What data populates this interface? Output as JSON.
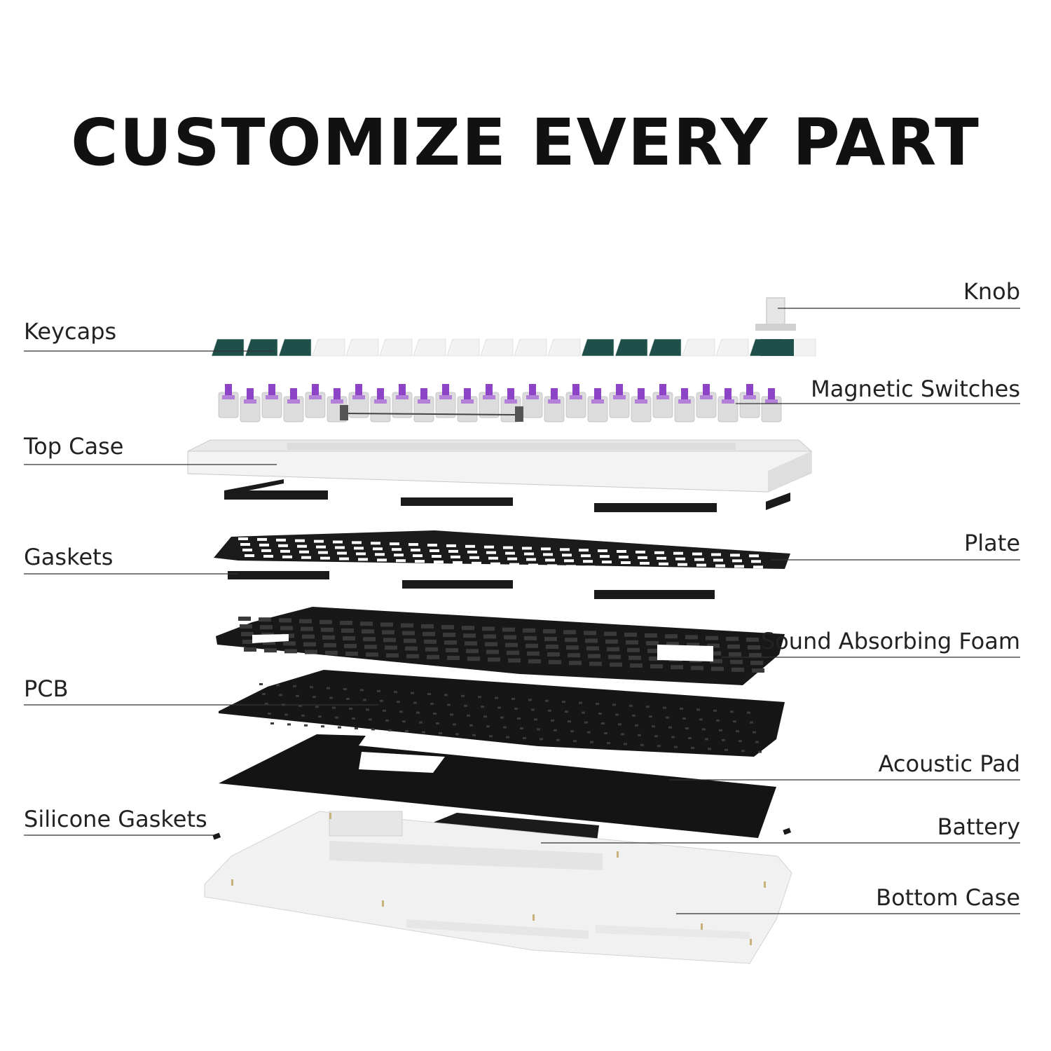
{
  "headline": "CUSTOMIZE EVERY PART",
  "labels": {
    "keycaps": "Keycaps",
    "top_case": "Top Case",
    "gaskets": "Gaskets",
    "pcb": "PCB",
    "silicone_gaskets": "Silicone Gaskets",
    "knob": "Knob",
    "magnetic_switches": "Magnetic Switches",
    "plate": "Plate",
    "sound_absorbing_foam": "Sound Absorbing Foam",
    "acoustic_pad": "Acoustic Pad",
    "battery": "Battery",
    "bottom_case": "Bottom Case"
  },
  "colors": {
    "keycap_dark": "#1f4f4a",
    "keycap_light": "#f1f2f1",
    "switch_purple": "#8e44c7",
    "switch_housing": "#dcdcdc",
    "case_white": "#f4f4f4",
    "layer_black": "#161616",
    "leader_line": "#333333"
  }
}
